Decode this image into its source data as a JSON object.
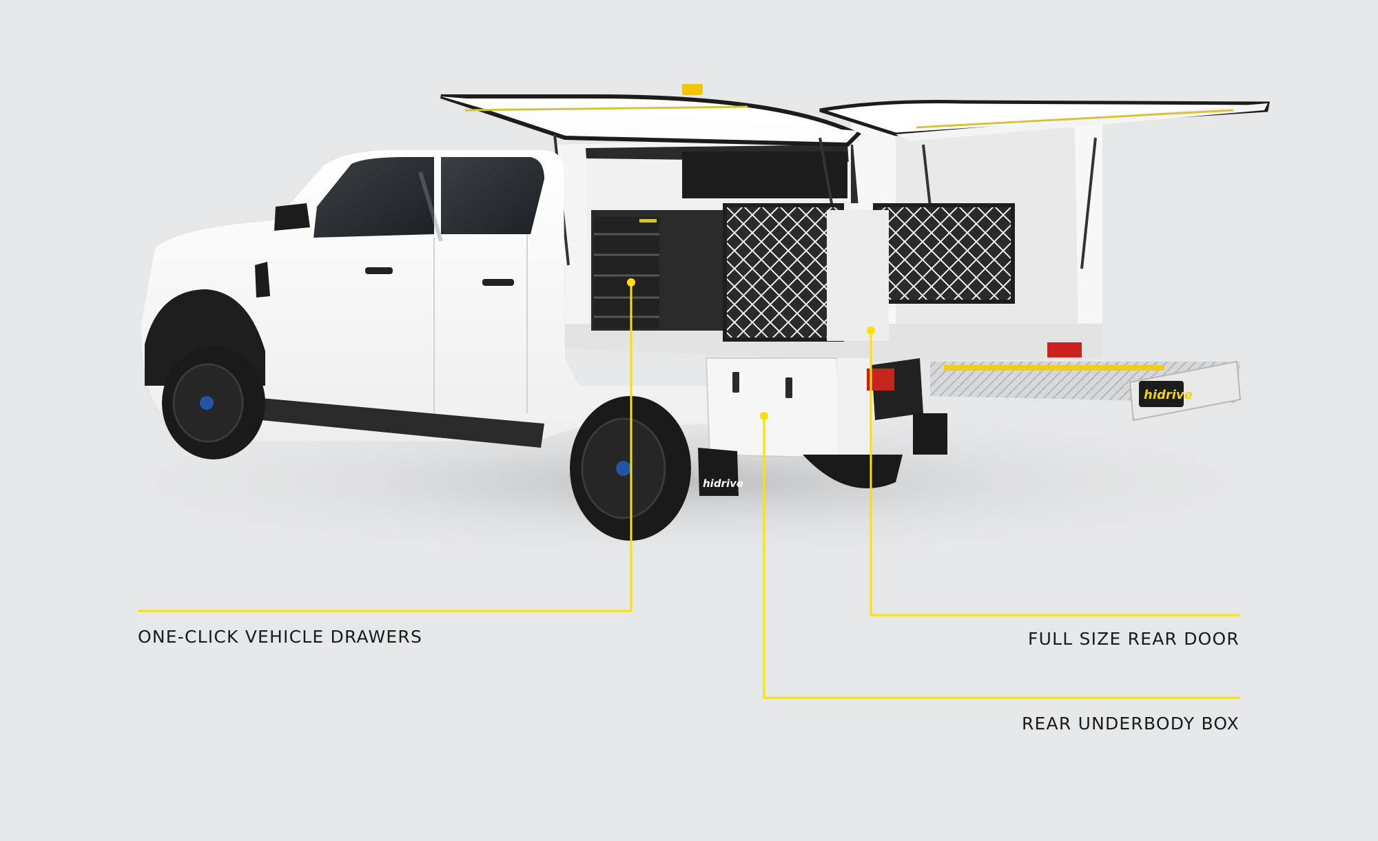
{
  "callouts": {
    "drawers": "ONE-CLICK VEHICLE DRAWERS",
    "rear_door": "FULL SIZE REAR DOOR",
    "underbody_box": "REAR UNDERBODY BOX"
  },
  "brand": {
    "mudflap_logo": "hidrive",
    "drawer_logo": "hidrive"
  },
  "colors": {
    "background": "#e6e7e8",
    "callout_line": "#ffe100",
    "vehicle_body": "#ffffff",
    "dark_parts": "#1e1e1e"
  }
}
